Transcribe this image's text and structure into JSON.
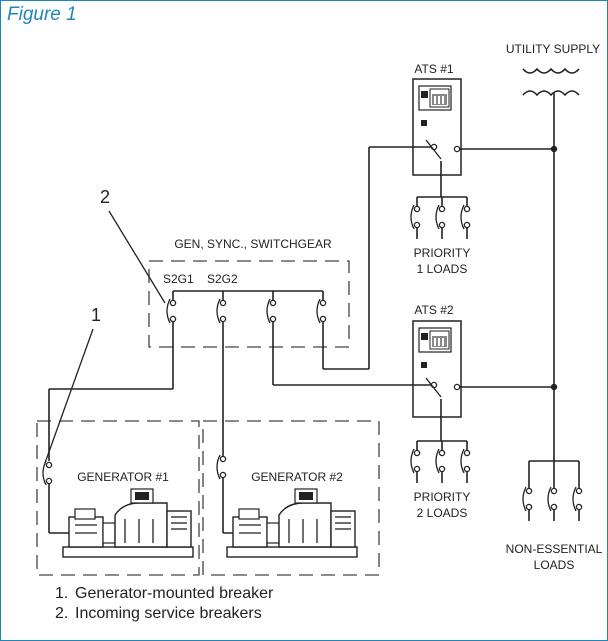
{
  "figure_title": "Figure 1",
  "labels": {
    "utility_supply": "UTILITY SUPPLY",
    "ats1": "ATS #1",
    "ats2": "ATS #2",
    "switchgear": "GEN, SYNC., SWITCHGEAR",
    "s2g1": "S2G1",
    "s2g2": "S2G2",
    "priority1_line1": "PRIORITY",
    "priority1_line2": "1 LOADS",
    "priority2_line1": "PRIORITY",
    "priority2_line2": "2 LOADS",
    "nonessential_line1": "NON-ESSENTIAL",
    "nonessential_line2": "LOADS",
    "generator1": "GENERATOR #1",
    "generator2": "GENERATOR #2",
    "callout1": "1",
    "callout2": "2"
  },
  "legend": [
    {
      "num": "1.",
      "text": "Generator-mounted breaker"
    },
    {
      "num": "2.",
      "text": "Incoming service breakers"
    }
  ],
  "colors": {
    "accent": "#1f86b9",
    "line": "#222222"
  }
}
